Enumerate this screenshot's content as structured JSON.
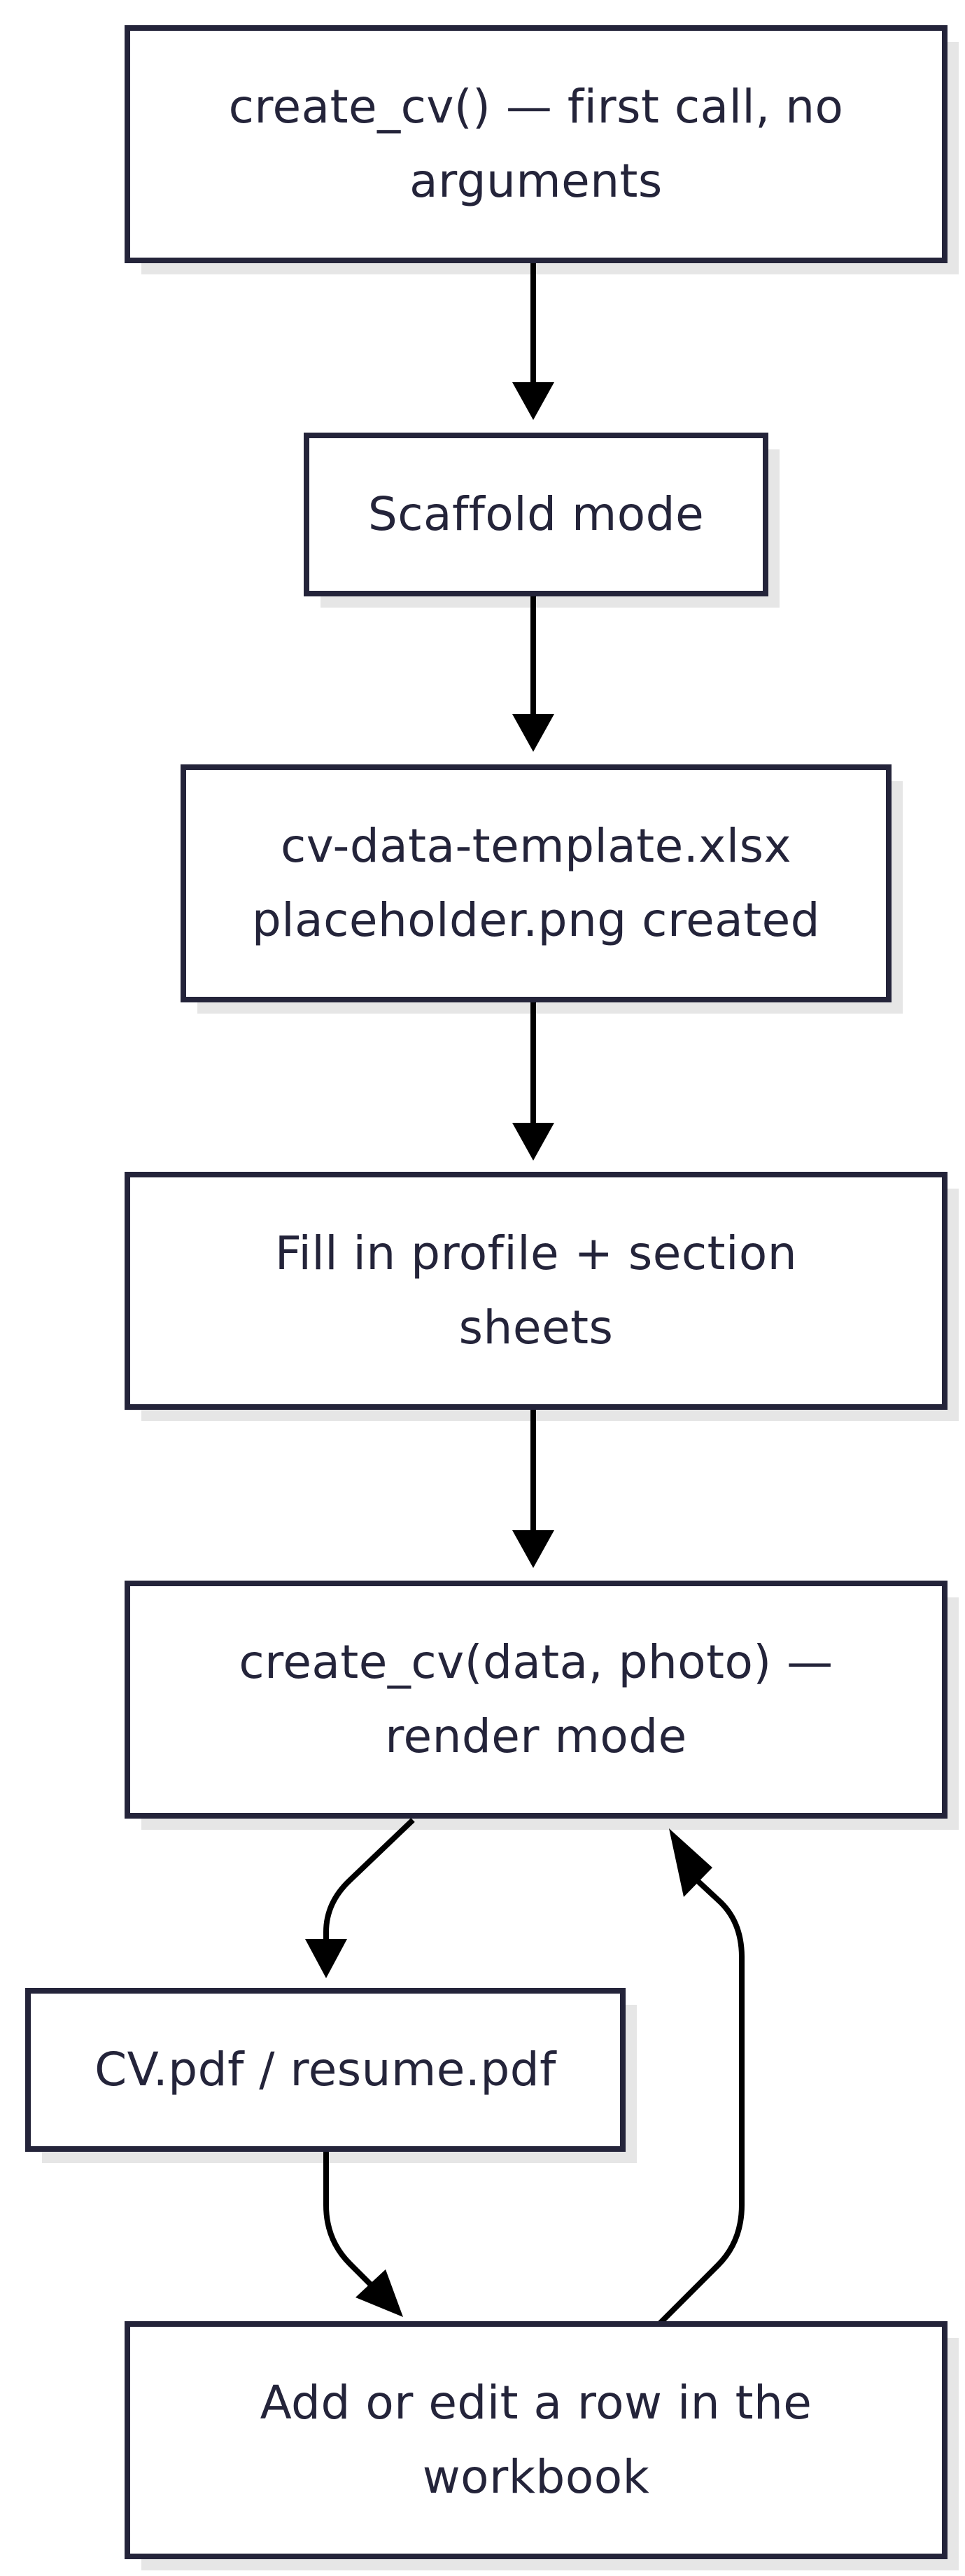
{
  "diagram": {
    "type": "flowchart",
    "nodes": [
      {
        "id": "n1",
        "label": "create_cv() — first call, no arguments"
      },
      {
        "id": "n2",
        "label": "Scaffold mode"
      },
      {
        "id": "n3",
        "label": "cv-data-template.xlsx placeholder.png created"
      },
      {
        "id": "n4",
        "label": "Fill in profile + section sheets"
      },
      {
        "id": "n5",
        "label": "create_cv(data, photo) — render mode"
      },
      {
        "id": "n6",
        "label": "CV.pdf / resume.pdf"
      },
      {
        "id": "n7",
        "label": "Add or edit a row in the workbook"
      }
    ],
    "edges": [
      {
        "from": "n1",
        "to": "n2"
      },
      {
        "from": "n2",
        "to": "n3"
      },
      {
        "from": "n3",
        "to": "n4"
      },
      {
        "from": "n4",
        "to": "n5"
      },
      {
        "from": "n5",
        "to": "n6"
      },
      {
        "from": "n6",
        "to": "n7"
      },
      {
        "from": "n7",
        "to": "n5"
      }
    ],
    "colors": {
      "node_border": "#24243a",
      "node_fill": "#ffffff",
      "node_shadow": "#e6e6e6",
      "text": "#24243a",
      "edge": "#000000"
    }
  }
}
